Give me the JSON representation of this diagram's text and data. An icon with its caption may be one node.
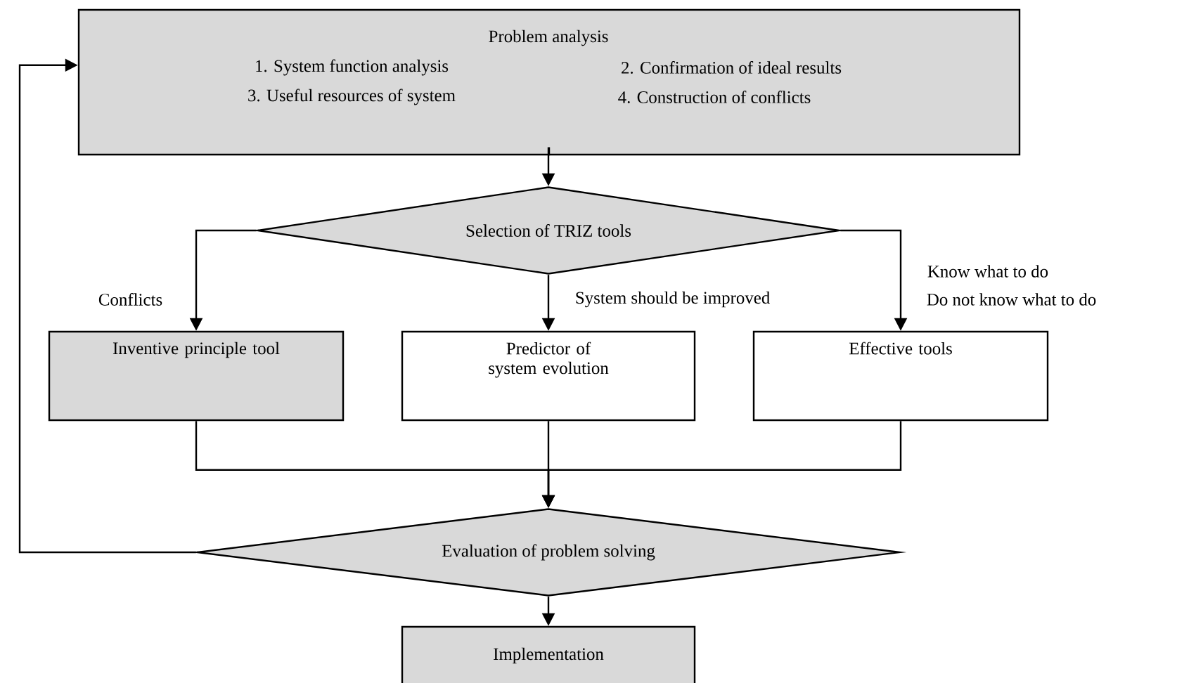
{
  "diagram": {
    "nodes": [
      {
        "text": [
          "Problem analysis",
          "1. System function analysis",
          "2. Confirmation of ideal results",
          "3. Useful resources of system",
          "4. Construction of conflicts"
        ]
      },
      {
        "text": [
          "Selection of TRIZ tools"
        ]
      },
      {
        "text": [
          "Inventive principle tool"
        ]
      },
      {
        "text": [
          "Predictor of system evolution"
        ]
      },
      {
        "text": [
          "Effective tools"
        ]
      },
      {
        "text": [
          "Evaluation of problem solving"
        ]
      },
      {
        "text": [
          "Implementation"
        ]
      }
    ],
    "edges": [
      {
        "from": 0,
        "to": 1,
        "arrow": "to"
      },
      {
        "from": 1,
        "to": 2,
        "arrow": "to",
        "label": "Conflicts"
      },
      {
        "from": 1,
        "to": 3,
        "arrow": "to",
        "label": "System should be improved"
      },
      {
        "from": 1,
        "to": 4,
        "arrow": "to",
        "label": "Know what to do"
      },
      {
        "from": 2,
        "to": 5,
        "arrow": "to"
      },
      {
        "from": 3,
        "to": 5,
        "arrow": "to"
      },
      {
        "from": 4,
        "to": 5,
        "arrow": "to"
      },
      {
        "from": 5,
        "to": 0,
        "arrow": "to"
      },
      {
        "from": 5,
        "to": 6,
        "arrow": "to"
      }
    ],
    "labels": [
      "Do not know what to do"
    ]
  }
}
